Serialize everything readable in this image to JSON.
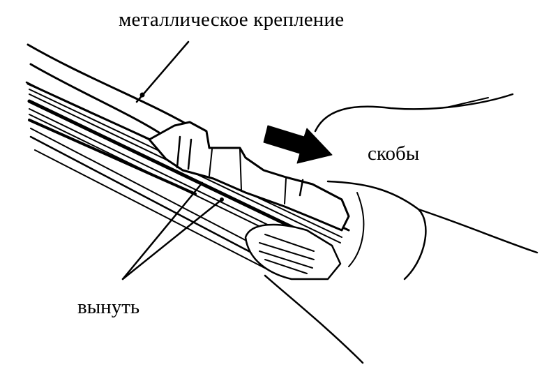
{
  "labels": {
    "metal_mount": "металлическое крепление",
    "clips": "скобы",
    "remove": "вынуть"
  },
  "colors": {
    "ink": "#000000",
    "paper": "#ffffff"
  },
  "icons": {
    "direction_arrow": "arrow-right-down-icon"
  }
}
